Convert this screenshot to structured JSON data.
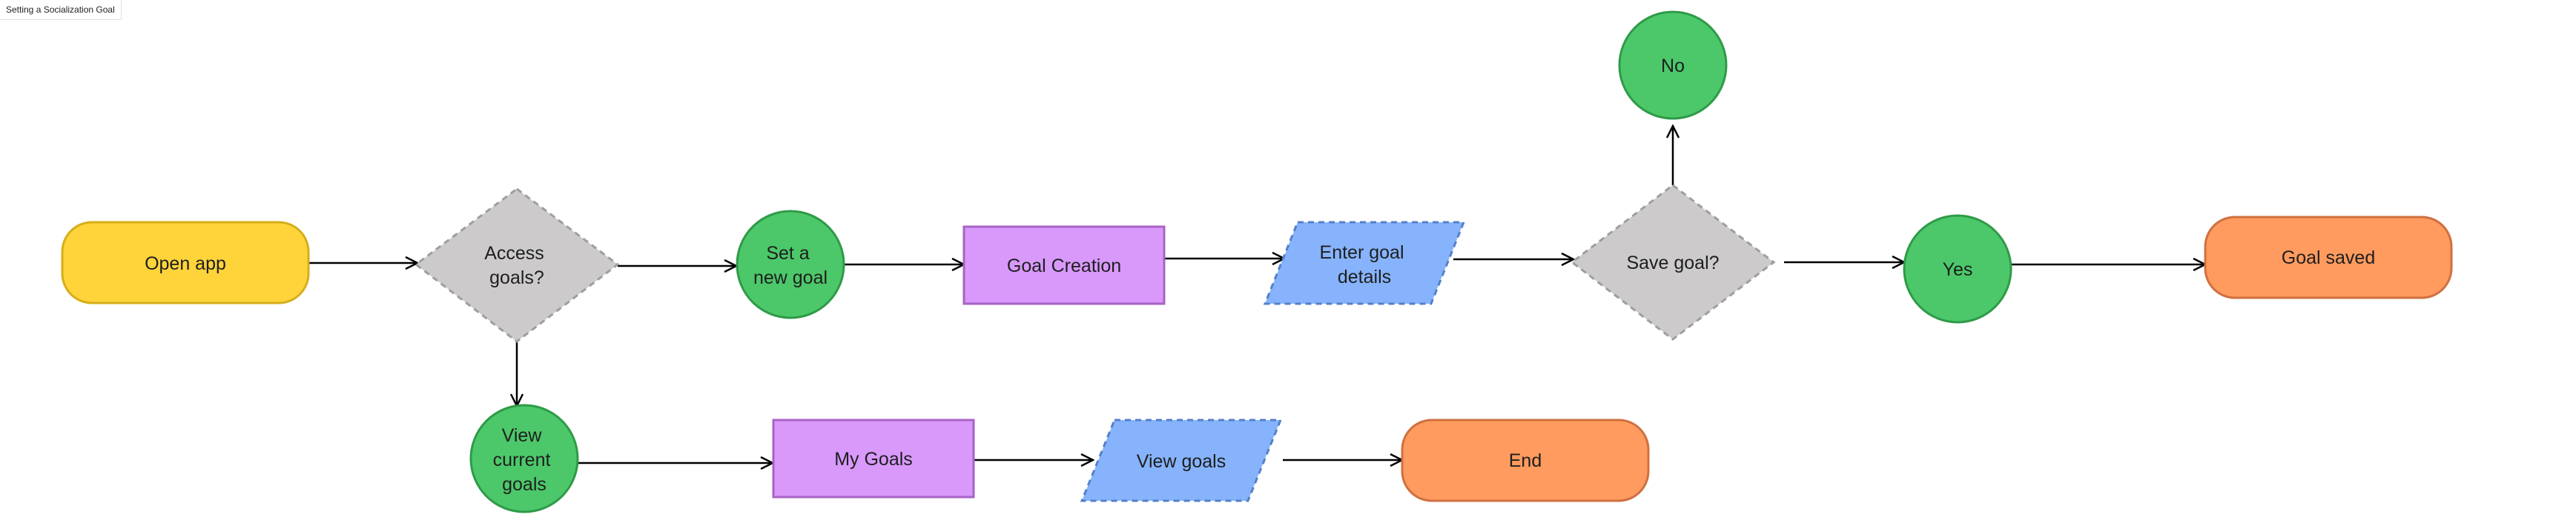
{
  "document": {
    "title": "Setting a Socialization Goal"
  },
  "colors": {
    "terminal_start": "#ffd43b",
    "terminal_end": "#ff9b5e",
    "decision": "#cccaca",
    "circle": "#4cc86a",
    "process": "#d899fb",
    "io": "#86b3fb",
    "edge": "#000000"
  },
  "nodes": {
    "open_app": {
      "label": "Open app"
    },
    "access_goals": {
      "label_lines": [
        "Access",
        "goals?"
      ]
    },
    "set_new_goal": {
      "label_lines": [
        "Set a",
        "new goal"
      ]
    },
    "goal_creation": {
      "label": "Goal Creation"
    },
    "enter_goal_details": {
      "label_lines": [
        "Enter goal",
        "details"
      ]
    },
    "save_goal": {
      "label": "Save goal?"
    },
    "no": {
      "label": "No"
    },
    "yes": {
      "label": "Yes"
    },
    "goal_saved": {
      "label": "Goal saved"
    },
    "view_current_goals": {
      "label_lines": [
        "View",
        "current",
        "goals"
      ]
    },
    "my_goals": {
      "label": "My Goals"
    },
    "view_goals": {
      "label": "View goals"
    },
    "end": {
      "label": "End"
    }
  },
  "edges": [
    {
      "from": "open_app",
      "to": "access_goals"
    },
    {
      "from": "access_goals",
      "to": "set_new_goal"
    },
    {
      "from": "set_new_goal",
      "to": "goal_creation"
    },
    {
      "from": "goal_creation",
      "to": "enter_goal_details"
    },
    {
      "from": "enter_goal_details",
      "to": "save_goal"
    },
    {
      "from": "save_goal",
      "to": "no"
    },
    {
      "from": "save_goal",
      "to": "yes"
    },
    {
      "from": "yes",
      "to": "goal_saved"
    },
    {
      "from": "access_goals",
      "to": "view_current_goals"
    },
    {
      "from": "view_current_goals",
      "to": "my_goals"
    },
    {
      "from": "my_goals",
      "to": "view_goals"
    },
    {
      "from": "view_goals",
      "to": "end"
    }
  ]
}
